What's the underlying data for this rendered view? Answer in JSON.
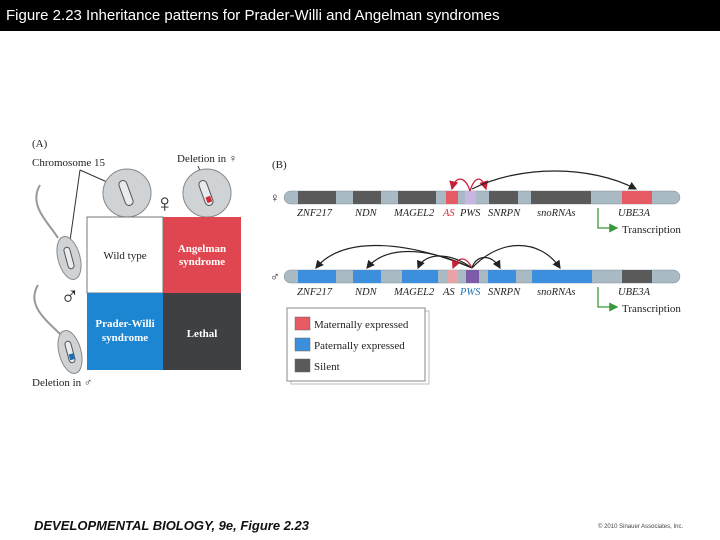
{
  "header": {
    "title": "Figure 2.23  Inheritance patterns for Prader-Willi and Angelman syndromes"
  },
  "panel_a": {
    "label": "(A)",
    "chromosome_label": "Chromosome 15",
    "deletion_female_label": "Deletion in ♀",
    "deletion_male_label": "Deletion in ♂",
    "female_symbol": "♀",
    "male_symbol": "♂",
    "grid": {
      "wild_type": "Wild type",
      "angelman_line1": "Angelman",
      "angelman_line2": "syndrome",
      "prader_line1": "Prader-Willi",
      "prader_line2": "syndrome",
      "lethal": "Lethal"
    }
  },
  "panel_b": {
    "label": "(B)",
    "female_symbol": "♀",
    "male_symbol": "♂",
    "genes": [
      "ZNF217",
      "NDN",
      "MAGEL2",
      "AS",
      "PWS",
      "SNRPN",
      "snoRNAs",
      "UBE3A"
    ],
    "transcription_label": "Transcription"
  },
  "legend": {
    "items": [
      {
        "label": "Maternally expressed",
        "color": "#e65a63"
      },
      {
        "label": "Paternally expressed",
        "color": "#3c8fdc"
      },
      {
        "label": "Silent",
        "color": "#5a5a5a"
      }
    ]
  },
  "footer": {
    "left": "DEVELOPMENTAL BIOLOGY, 9e, Figure 2.23",
    "right": "© 2010 Sinauer Associates, Inc."
  },
  "colors": {
    "maternal": "#e65a63",
    "paternal": "#3c8fdc",
    "silent": "#5a5a5a",
    "chromosome": "#a9bac4",
    "as_region": "#e8a3a6",
    "pws_region": "#a78fc8",
    "arrow_green": "#3a9a3a"
  }
}
